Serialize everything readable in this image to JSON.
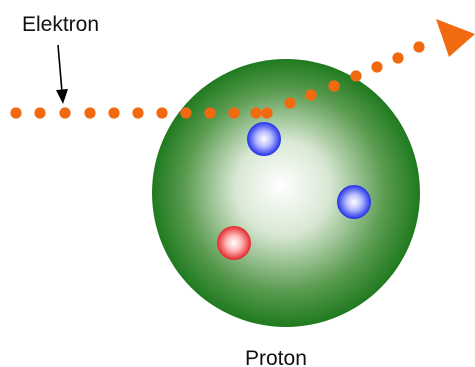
{
  "labels": {
    "electron": "Elektron",
    "proton": "Proton"
  },
  "colors": {
    "electron_path": "#f26a10",
    "proton_outer": "#1f7a1f",
    "proton_inner": "#ffffff",
    "quark_up": "#e3262a",
    "quark_blue": "#2030e8",
    "pointer_arrow": "#000000"
  },
  "quarks": [
    {
      "color_name": "blue",
      "icon": "blue-quark-icon"
    },
    {
      "color_name": "blue",
      "icon": "blue-quark-icon"
    },
    {
      "color_name": "red",
      "icon": "red-quark-icon"
    }
  ]
}
